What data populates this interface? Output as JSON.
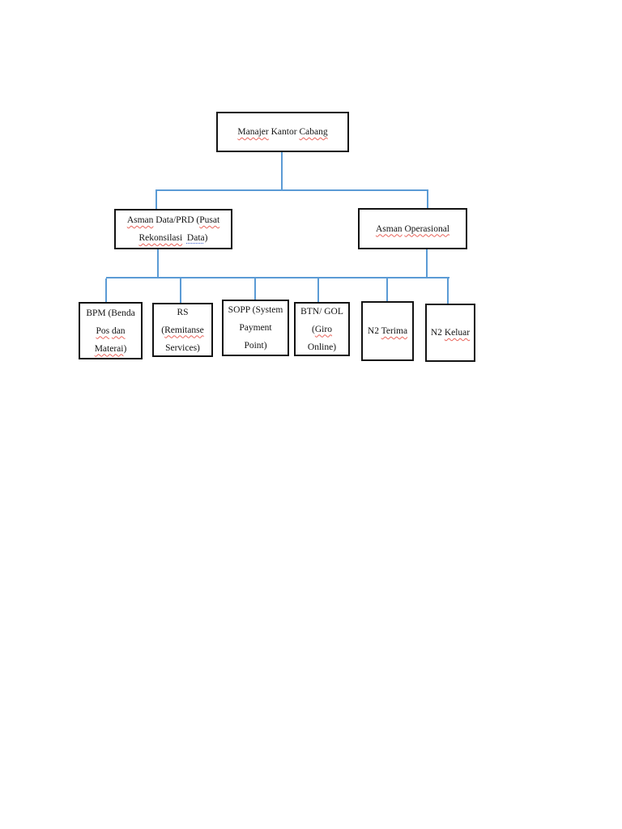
{
  "page": {
    "background": "#ffffff"
  },
  "diagram": {
    "type": "org-chart",
    "connector_color": "#5b9bd5",
    "box_border_color": "#131313",
    "text_color": "#131313",
    "spellcheck_underline_color": "#e8635a",
    "grammar_underline_color": "#3a5fcd",
    "shared_children_rail": true,
    "nodes": [
      {
        "id": "manajer-kantor-cabang",
        "level": 1,
        "reports_to": null,
        "label": "Manajer Kantor Cabang",
        "lines": [
          [
            {
              "t": "Manajer",
              "u": "red"
            },
            {
              "t": " Kantor ",
              "u": ""
            },
            {
              "t": "Cabang",
              "u": "red"
            }
          ]
        ]
      },
      {
        "id": "asman-data-prd",
        "level": 2,
        "reports_to": "manajer-kantor-cabang",
        "label": "Asman Data/PRD (Pusat Rekonsilasi  Data)",
        "lines": [
          [
            {
              "t": "Asman",
              "u": "red"
            },
            {
              "t": " Data/PRD (",
              "u": ""
            },
            {
              "t": "Pusat",
              "u": "red"
            }
          ],
          [
            {
              "t": "Rekonsilasi",
              "u": "red"
            },
            {
              "t": "  ",
              "u": ""
            },
            {
              "t": "Data",
              "u": "blue"
            },
            {
              "t": ")",
              "u": ""
            }
          ]
        ]
      },
      {
        "id": "asman-operasional",
        "level": 2,
        "reports_to": "manajer-kantor-cabang",
        "label": "Asman Operasional",
        "lines": [
          [
            {
              "t": "Asman",
              "u": "red"
            },
            {
              "t": " ",
              "u": ""
            },
            {
              "t": "Operasional",
              "u": "red"
            }
          ]
        ]
      },
      {
        "id": "bpm",
        "level": 3,
        "reports_to": "asman-data-prd / asman-operasional",
        "label": "BPM (Benda Pos dan Materai)",
        "lines": [
          [
            {
              "t": "BPM (Benda",
              "u": ""
            }
          ],
          [
            {
              "t": "Pos",
              "u": "red"
            },
            {
              "t": " ",
              "u": ""
            },
            {
              "t": "dan",
              "u": "red"
            }
          ],
          [
            {
              "t": "Materai",
              "u": "red"
            },
            {
              "t": ")",
              "u": ""
            }
          ]
        ]
      },
      {
        "id": "rs",
        "level": 3,
        "reports_to": "asman-data-prd / asman-operasional",
        "label": "RS (Remitanse Services)",
        "lines": [
          [
            {
              "t": "RS",
              "u": ""
            }
          ],
          [
            {
              "t": "(",
              "u": ""
            },
            {
              "t": "Remitanse",
              "u": "red"
            }
          ],
          [
            {
              "t": "Services)",
              "u": ""
            }
          ]
        ]
      },
      {
        "id": "sopp",
        "level": 3,
        "reports_to": "asman-data-prd / asman-operasional",
        "label": "SOPP (System Payment Point)",
        "lines": [
          [
            {
              "t": "SOPP (System",
              "u": ""
            }
          ],
          [
            {
              "t": "Payment",
              "u": ""
            }
          ],
          [
            {
              "t": "Point)",
              "u": ""
            }
          ]
        ]
      },
      {
        "id": "btn-gol",
        "level": 3,
        "reports_to": "asman-data-prd / asman-operasional",
        "label": "BTN/ GOL (Giro Online)",
        "lines": [
          [
            {
              "t": "BTN/ GOL",
              "u": ""
            }
          ],
          [
            {
              "t": "(",
              "u": ""
            },
            {
              "t": "Giro",
              "u": "red"
            }
          ],
          [
            {
              "t": "Online)",
              "u": ""
            }
          ]
        ]
      },
      {
        "id": "n2-terima",
        "level": 3,
        "reports_to": "asman-data-prd / asman-operasional",
        "label": "N2 Terima",
        "lines": [
          [
            {
              "t": "N2 ",
              "u": ""
            },
            {
              "t": "Terima",
              "u": "red"
            }
          ]
        ]
      },
      {
        "id": "n2-keluar",
        "level": 3,
        "reports_to": "asman-data-prd / asman-operasional",
        "label": "N2 Keluar",
        "lines": [
          [
            {
              "t": "N2 ",
              "u": ""
            },
            {
              "t": "Keluar",
              "u": "red"
            }
          ]
        ]
      }
    ]
  }
}
